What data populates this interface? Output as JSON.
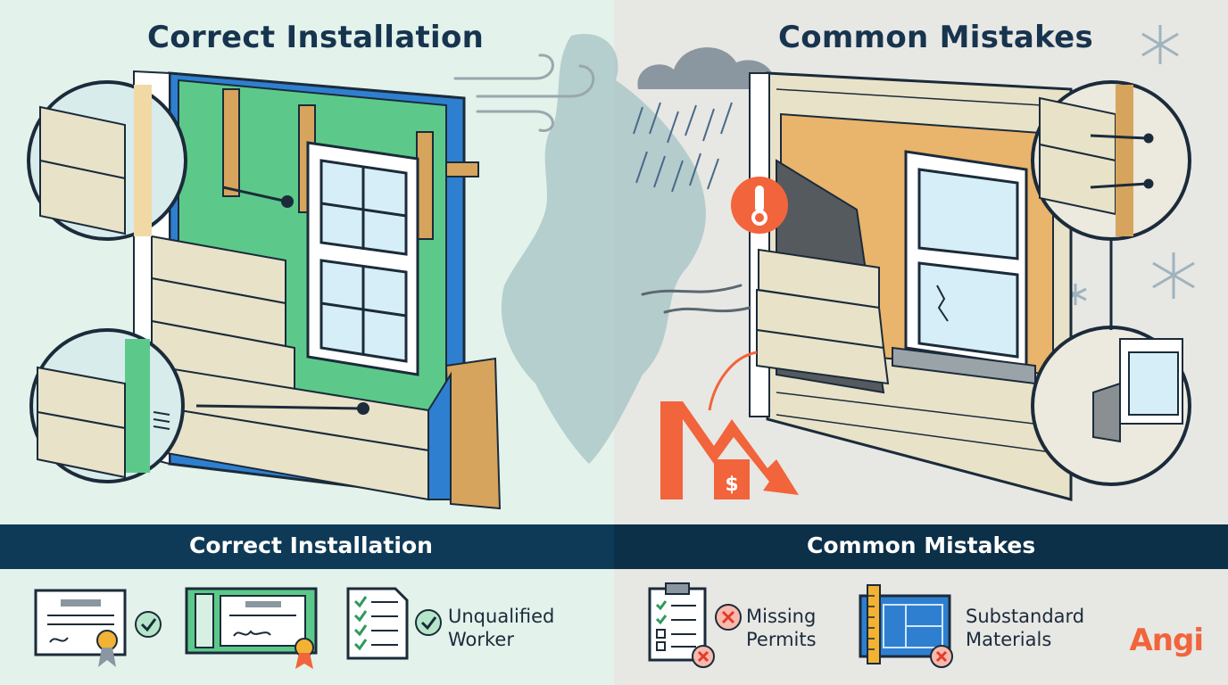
{
  "left_panel": {
    "title": "Correct Installation",
    "band_title": "Correct Installation",
    "item_label_line1": "Unqualified",
    "item_label_line2": "Worker"
  },
  "right_panel": {
    "title": "Common Mistakes",
    "band_title": "Common Mistakes",
    "item1_line1": "Missing",
    "item1_line2": "Permits",
    "item2_line1": "Substandard",
    "item2_line2": "Materials"
  },
  "brand": {
    "logo": "Angi",
    "color": "#f2643b"
  },
  "icons": [
    "certificate-icon",
    "check-icon",
    "license-icon",
    "checklist-icon",
    "clipboard-icon",
    "x-icon",
    "blueprint-icon",
    "thermometer-icon",
    "snowflake-icon",
    "rain-cloud-icon",
    "wind-icon",
    "price-drop-icon",
    "nail-icon"
  ],
  "colors": {
    "dark_navy": "#0f3a57",
    "green_wrap": "#5cc98a",
    "siding": "#e8e2c8",
    "alert": "#f2643b"
  }
}
